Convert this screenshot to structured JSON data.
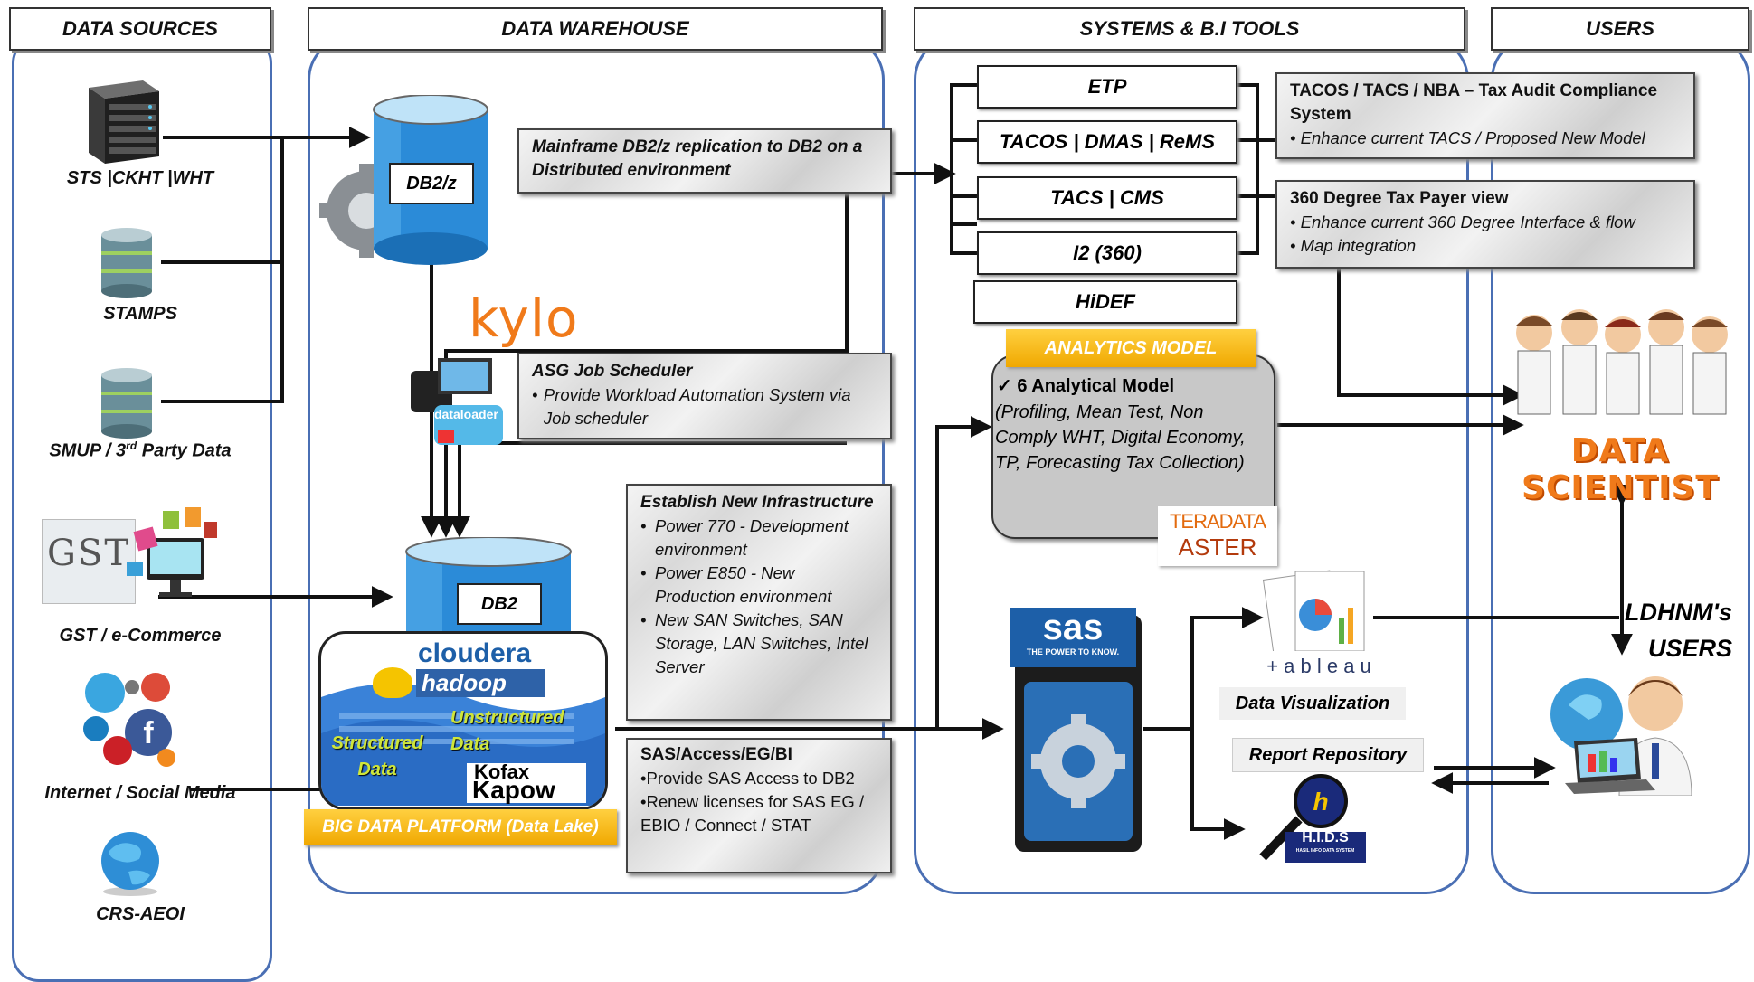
{
  "headers": {
    "sources": "DATA SOURCES",
    "warehouse": "DATA WAREHOUSE",
    "systems": "SYSTEMS & B.I TOOLS",
    "users": "USERS"
  },
  "sources": {
    "sts": "STS |CKHT |WHT",
    "stamps": "STAMPS",
    "smup_pre": "SMUP / 3",
    "smup_sup": "rd",
    "smup_post": " Party Data",
    "gst": "GST / e-Commerce",
    "gst_logo": "GST",
    "internet": "Internet / Social Media",
    "crs": "CRS-AEOI"
  },
  "warehouse": {
    "db2z": "DB2/z",
    "db2": "DB2",
    "kylo": "kylo",
    "dataloader": "dataloader",
    "cloudera": "cloudera",
    "hadoop": "hadoop",
    "structured": "Structured Data",
    "unstructured": "Unstructured Data",
    "kofax1": "Kofax",
    "kofax2": "Kapow",
    "bigdata": "BIG DATA PLATFORM (Data Lake)",
    "replication": "Mainframe DB2/z replication to DB2 on a Distributed environment",
    "asg_title": "ASG Job Scheduler",
    "asg_item": "Provide Workload Automation System via Job scheduler",
    "infra_title": "Establish New Infrastructure",
    "infra_items": [
      "Power 770 - Development environment",
      "Power E850 - New Production environment",
      "New SAN Switches, SAN Storage, LAN Switches, Intel Server"
    ],
    "sas_title": "SAS/Access/EG/BI",
    "sas_items": [
      "•Provide SAS Access to DB2",
      "•Renew licenses for SAS EG / EBIO / Connect / STAT"
    ]
  },
  "systems": {
    "list": [
      "ETP",
      "TACOS | DMAS | ReMS",
      "TACS | CMS",
      "I2 (360)",
      "HiDEF"
    ],
    "tacos_title": "TACOS / TACS / NBA – Tax Audit Compliance System",
    "tacos_item": "• Enhance current TACS / Proposed New Model",
    "view_title": "360 Degree Tax Payer view",
    "view_items": [
      "• Enhance current 360 Degree Interface & flow",
      "• Map integration"
    ],
    "analytics_header": "ANALYTICS MODEL",
    "analytics_title": "✓  6 Analytical Model",
    "analytics_body": "(Profiling, Mean Test,  Non Comply WHT, Digital Economy, TP, Forecasting Tax Collection)",
    "teradata1": "TERADATA",
    "teradata2": "ASTER",
    "sas_logo": "sas",
    "sas_tag": "THE POWER TO KNOW.",
    "tableau": "+ a b l e a u",
    "data_vis": "Data Visualization",
    "report_repo": "Report Repository",
    "hids": "H.I.D.S",
    "hids_sub": "HASIL INFO DATA SYSTEM"
  },
  "users": {
    "data_scientist": "DATA SCIENTIST",
    "ldhnm": "LDHNM's",
    "ldhnm_users": "USERS"
  },
  "colors": {
    "column_border": "#4a6fb4",
    "accent_yellow": "#f5b400",
    "sas_blue": "#1d5fa8",
    "kylo_orange": "#f07a1a"
  }
}
